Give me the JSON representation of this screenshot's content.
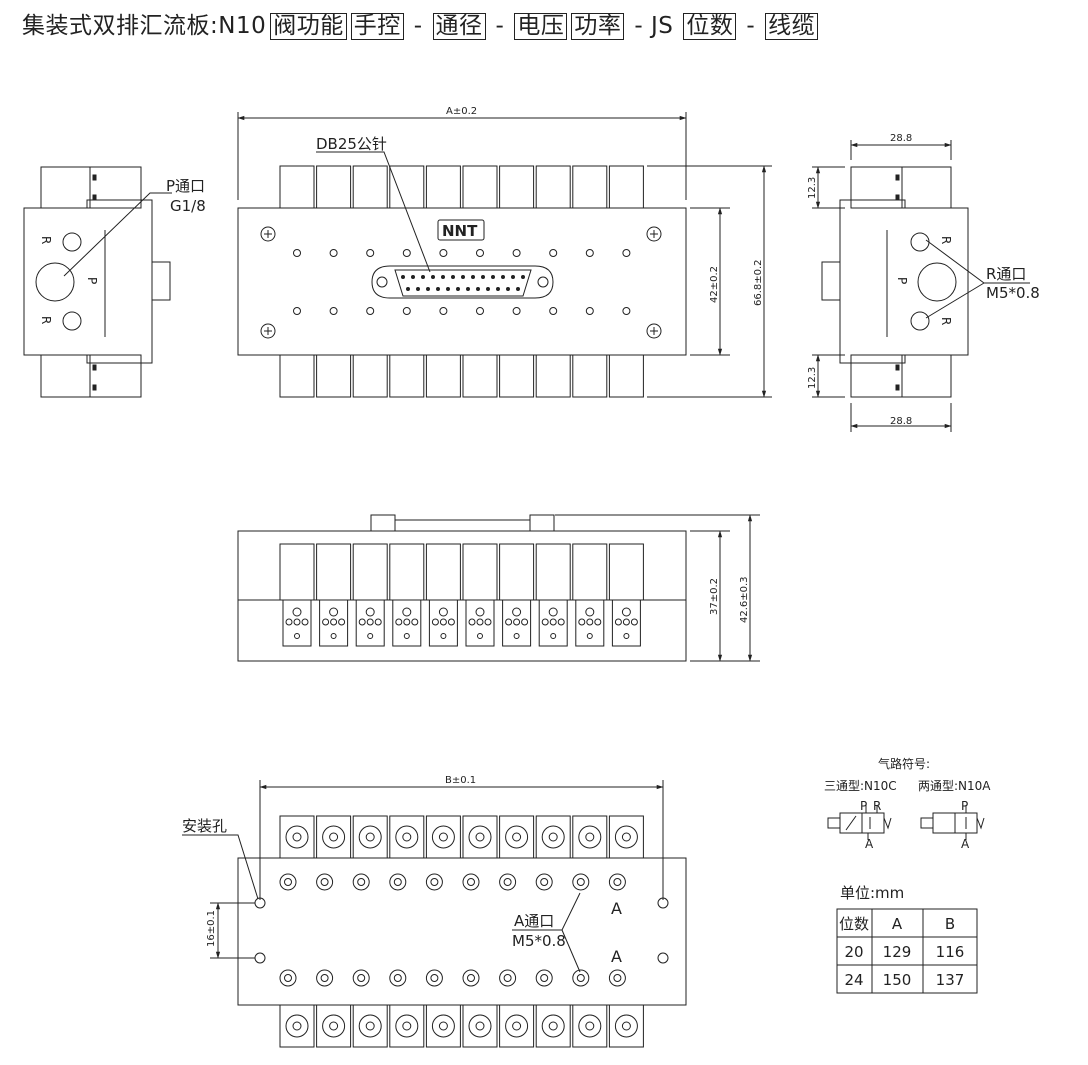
{
  "title": {
    "parts": [
      {
        "text": "集装式双排汇流板:N10",
        "boxed": false
      },
      {
        "text": "阀功能",
        "boxed": true
      },
      {
        "text": "手控",
        "boxed": true
      },
      {
        "text": "-",
        "boxed": false
      },
      {
        "text": "通径",
        "boxed": true
      },
      {
        "text": "-",
        "boxed": false
      },
      {
        "text": "电压",
        "boxed": true
      },
      {
        "text": "功率",
        "boxed": true
      },
      {
        "text": "- JS",
        "boxed": false
      },
      {
        "text": "位数",
        "boxed": true
      },
      {
        "text": "-",
        "boxed": false
      },
      {
        "text": "线缆",
        "boxed": true
      }
    ]
  },
  "top_view": {
    "dim_a": "A±0.2",
    "connector_label": "DB25公针",
    "logo": "NNT",
    "dim_42": "42±0.2",
    "dim_668": "66.8±0.2"
  },
  "left_view": {
    "port_label": "P通口",
    "port_thread": "G1/8",
    "r_label": "R",
    "p_label": "P"
  },
  "right_view": {
    "dim_288": "28.8",
    "dim_123": "12.3",
    "port_label": "R通口",
    "port_thread": "M5*0.8",
    "r_label": "R",
    "p_label": "P"
  },
  "front_view": {
    "dim_37": "37±0.2",
    "dim_426": "42.6±0.3"
  },
  "bottom_view": {
    "dim_b": "B±0.1",
    "mount_label": "安装孔",
    "dim_16": "16±0.1",
    "a_label": "A",
    "port_label": "A通口",
    "port_thread": "M5*0.8"
  },
  "symbols": {
    "heading": "气路符号:",
    "three_way": "三通型:N10C",
    "two_way": "两通型:N10A",
    "p": "P",
    "r": "R",
    "a": "A"
  },
  "table": {
    "unit": "单位:mm",
    "headers": [
      "位数",
      "A",
      "B"
    ],
    "rows": [
      [
        "20",
        "129",
        "116"
      ],
      [
        "24",
        "150",
        "137"
      ]
    ]
  }
}
